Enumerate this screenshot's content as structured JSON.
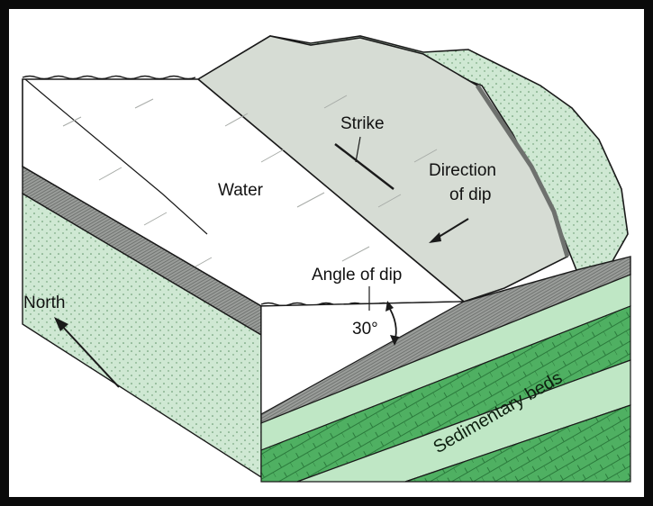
{
  "labels": {
    "strike": "Strike",
    "direction_line1": "Direction",
    "direction_line2": "of dip",
    "water": "Water",
    "angle_of_dip": "Angle of dip",
    "angle_value": "30°",
    "north": "North",
    "sedimentary_beds": "Sedimentary beds"
  },
  "colors": {
    "outline": "#1a1a1a",
    "water": "#ffffff",
    "dipping_slope": "#d6dcd4",
    "land": "#cfe8d3",
    "land_dark": "#8fcf9a",
    "bed_dark": "#2f8a45",
    "bed_mid": "#4fb062",
    "bed_light": "#bfe7c5",
    "grey_band": "#8c8f8c"
  }
}
